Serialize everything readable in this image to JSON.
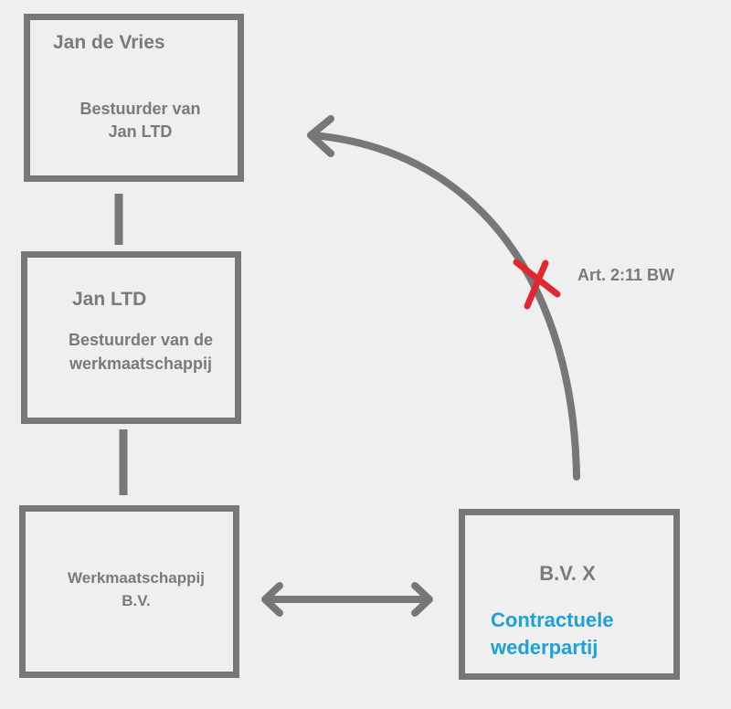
{
  "boxes": {
    "jan_de_vries": {
      "name": "Jan de Vries",
      "role_line1": "Bestuurder van",
      "role_line2": "Jan LTD"
    },
    "jan_ltd": {
      "name": "Jan LTD",
      "role_line1": "Bestuurder van de",
      "role_line2": "werkmaatschappij"
    },
    "werkmaatschappij": {
      "line1": "Werkmaatschappij",
      "line2": "B.V."
    },
    "bv_x": {
      "name": "B.V. X",
      "role_line1": "Contractuele",
      "role_line2": "wederpartij"
    }
  },
  "annotation": {
    "article": "Art. 2:11 BW"
  },
  "colors": {
    "box_border": "#777777",
    "text": "#7a7a7a",
    "accent_blue": "#1ea0d8",
    "cross_red": "#e0282e",
    "background": "#efefef"
  }
}
